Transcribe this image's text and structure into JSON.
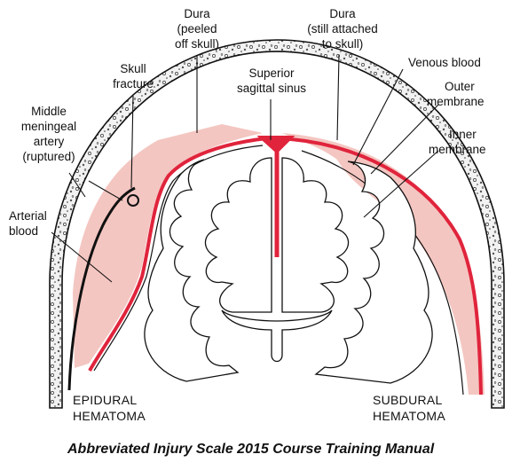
{
  "labels": {
    "dura_peeled": [
      "Dura",
      "(peeled",
      "off skull)"
    ],
    "dura_attached": [
      "Dura",
      "(still attached",
      "to skull)"
    ],
    "skull_fracture": [
      "Skull",
      "fracture"
    ],
    "superior_sagittal_sinus": [
      "Superior",
      "sagittal sinus"
    ],
    "venous_blood": "Venous blood",
    "outer_membrane": [
      "Outer",
      "membrane"
    ],
    "inner_membrane": [
      "Inner",
      "membrane"
    ],
    "middle_meningeal_artery": [
      "Middle",
      "meningeal",
      "artery",
      "(ruptured)"
    ],
    "arterial_blood": [
      "Arterial",
      "blood"
    ]
  },
  "captions": {
    "epidural": [
      "EPIDURAL",
      "HEMATOMA"
    ],
    "subdural": [
      "SUBDURAL",
      "HEMATOMA"
    ]
  },
  "source_caption": "Abbreviated Injury Scale 2015 Course Training Manual",
  "colors": {
    "hematoma_fill": "#f4c6c1",
    "dura_red": "#e0243c",
    "skull_fill": "#ececec",
    "outline": "#111111"
  }
}
